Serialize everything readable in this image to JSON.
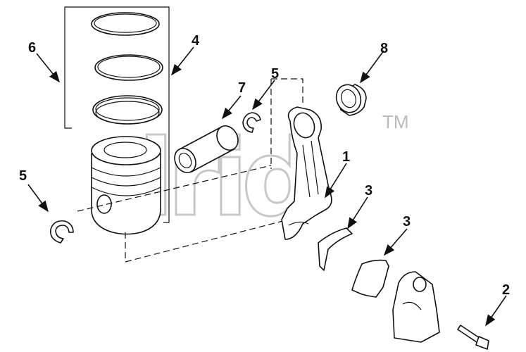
{
  "watermark": {
    "text": "drid",
    "trademark": "TM"
  },
  "callouts": [
    {
      "id": "label-1",
      "text": "1"
    },
    {
      "id": "label-2",
      "text": "2"
    },
    {
      "id": "label-3a",
      "text": "3"
    },
    {
      "id": "label-3b",
      "text": "3"
    },
    {
      "id": "label-4",
      "text": "4"
    },
    {
      "id": "label-5a",
      "text": "5"
    },
    {
      "id": "label-5b",
      "text": "5"
    },
    {
      "id": "label-6",
      "text": "6"
    },
    {
      "id": "label-7",
      "text": "7"
    },
    {
      "id": "label-8",
      "text": "8"
    }
  ]
}
